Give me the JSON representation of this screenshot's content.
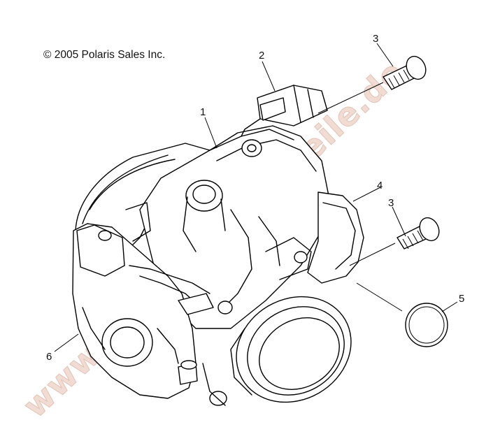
{
  "copyright": "© 2005 Polaris Sales Inc.",
  "watermark": "www.polaris-ersatzteile.de",
  "callouts": {
    "c1": "1",
    "c2": "2",
    "c3a": "3",
    "c3b": "3",
    "c4": "4",
    "c5": "5",
    "c6": "6"
  }
}
